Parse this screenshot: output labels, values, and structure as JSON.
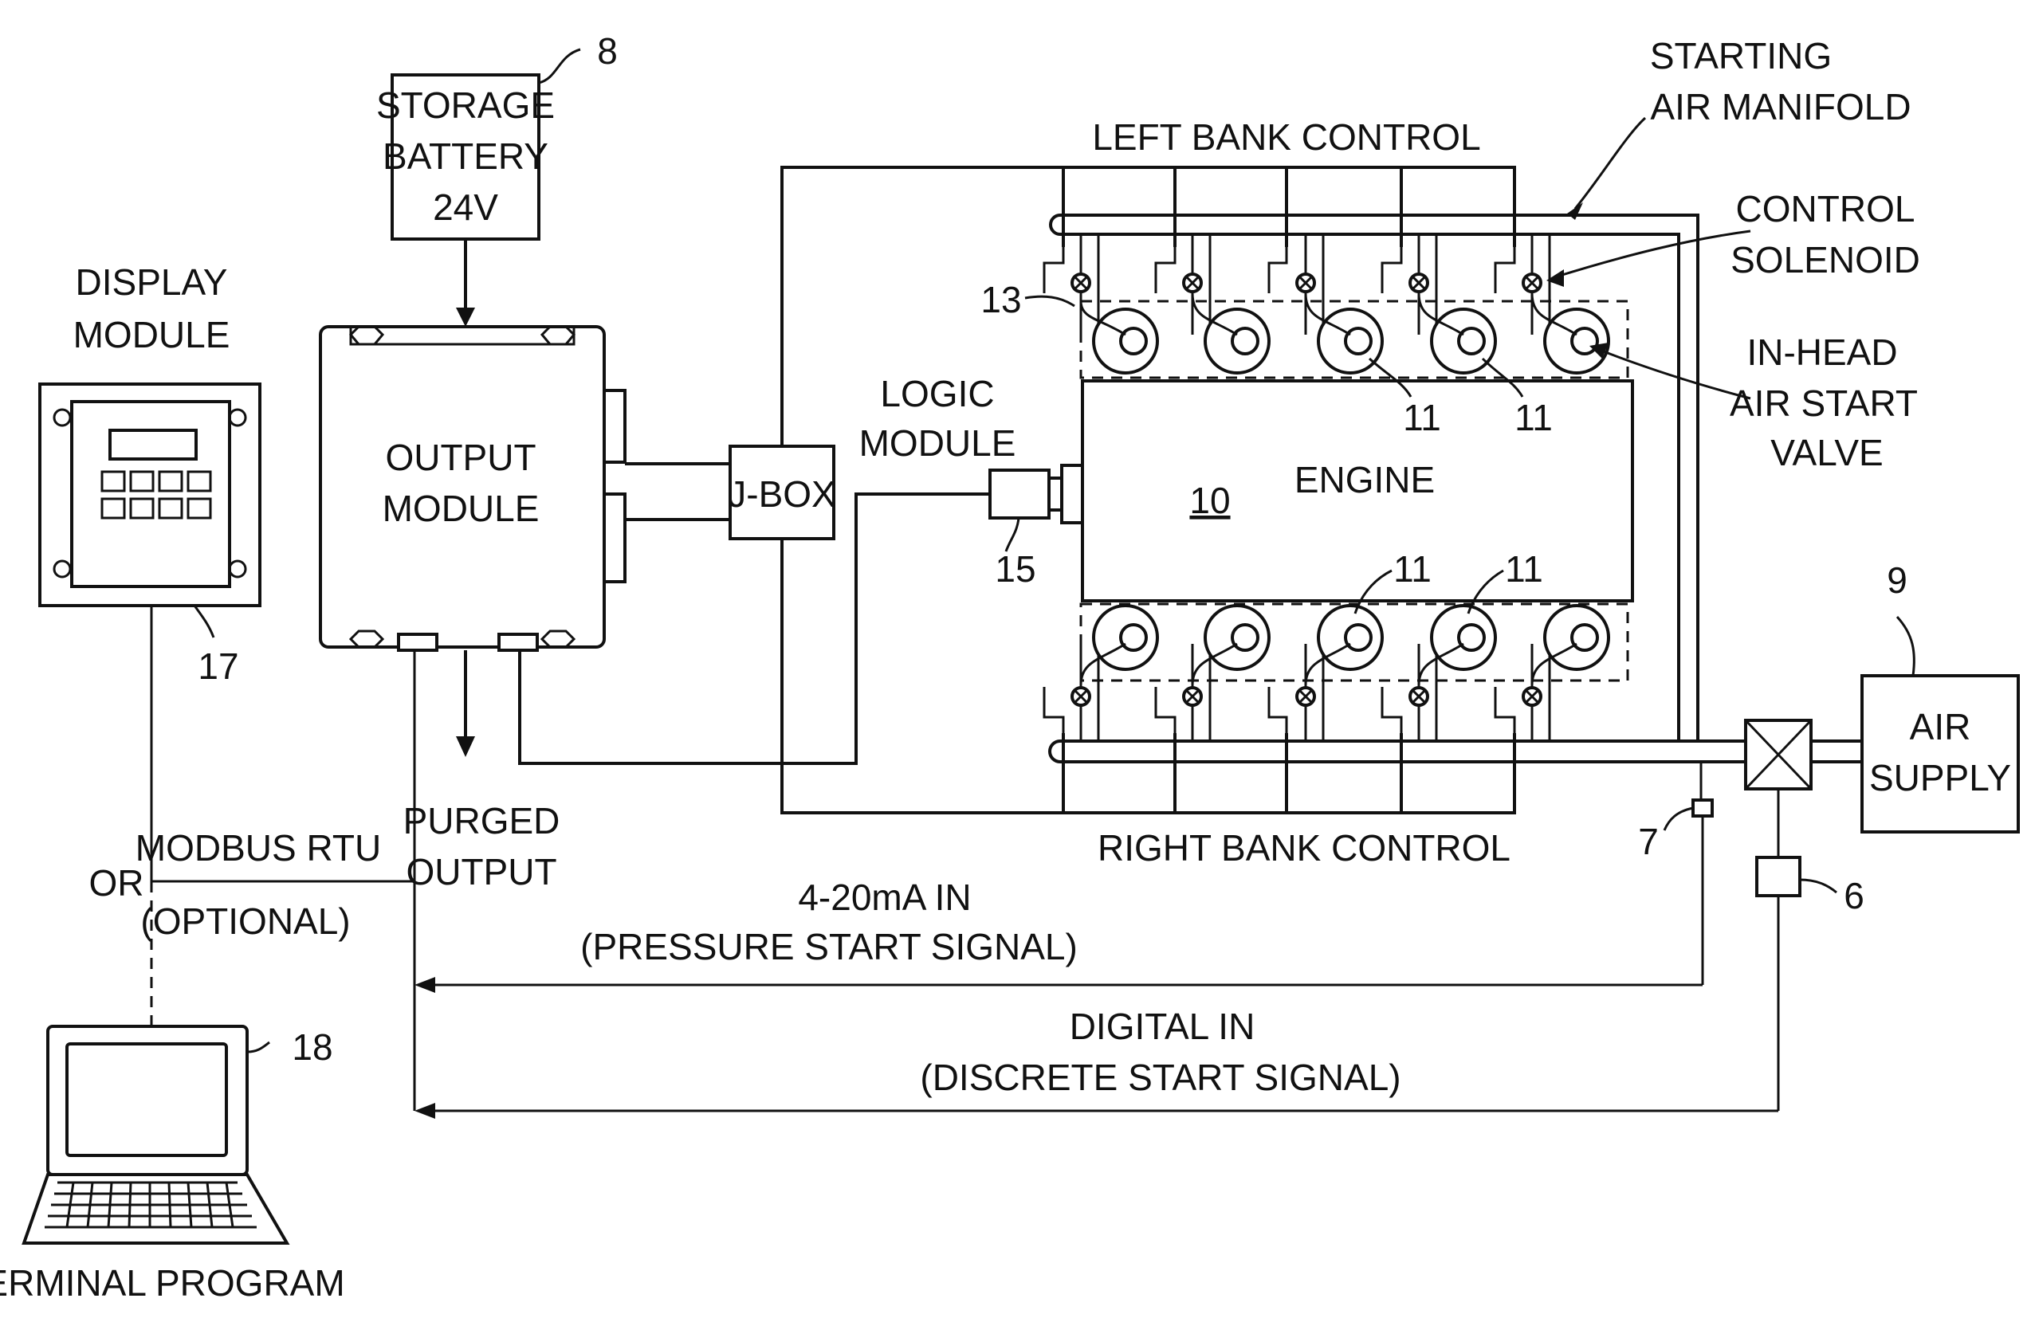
{
  "labels": {
    "storage_battery": [
      "STORAGE",
      "BATTERY",
      "24V"
    ],
    "display_module": [
      "DISPLAY",
      "MODULE"
    ],
    "output_module": [
      "OUTPUT",
      "MODULE"
    ],
    "jbox": "J-BOX",
    "logic_module": [
      "LOGIC",
      "MODULE"
    ],
    "engine": "ENGINE",
    "left_bank_control": "LEFT BANK CONTROL",
    "right_bank_control": "RIGHT BANK CONTROL",
    "starting_air_manifold": [
      "STARTING",
      "AIR MANIFOLD"
    ],
    "control_solenoid": [
      "CONTROL",
      "SOLENOID"
    ],
    "in_head_valve": [
      "IN-HEAD",
      "AIR START",
      "VALVE"
    ],
    "air_supply": [
      "AIR",
      "SUPPLY"
    ],
    "modbus": "MODBUS RTU",
    "or": "OR",
    "optional": "(OPTIONAL)",
    "purged_output": [
      "PURGED",
      "OUTPUT"
    ],
    "analog_in": [
      "4-20mA IN",
      "(PRESSURE START SIGNAL)"
    ],
    "digital_in": [
      "DIGITAL IN",
      "(DISCRETE START SIGNAL)"
    ],
    "terminal_program": "TERMINAL PROGRAM"
  },
  "refs": {
    "battery": "8",
    "engine": "10",
    "valve": "11",
    "solenoid": "13",
    "logic_module": "15",
    "display": "17",
    "laptop": "18",
    "air_supply": "9",
    "pressure_sensor": "7",
    "discrete_switch": "6"
  }
}
